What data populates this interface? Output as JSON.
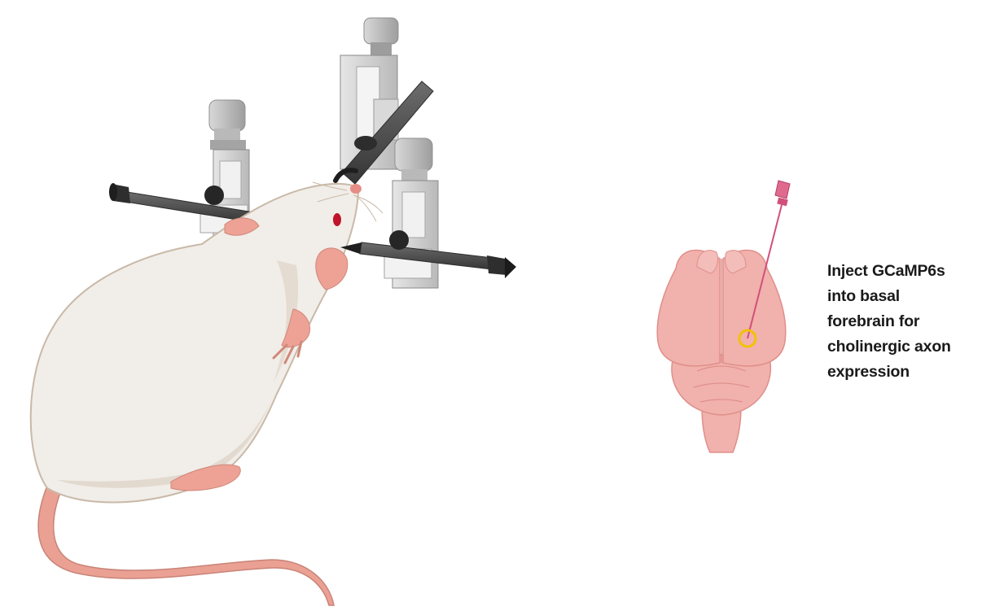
{
  "caption": {
    "lines": [
      "Inject GCaMP6s",
      "into basal",
      "forebrain for",
      "cholinergic axon",
      "expression"
    ]
  },
  "colors": {
    "rat_fur": "#f1ede8",
    "rat_outline": "#c9b9a8",
    "rat_skin": "#eda295",
    "brain": "#f1b1ad",
    "brain_outline": "#df8f8a",
    "syringe": "#d1507a",
    "target_ring": "#f2c200",
    "frame_gray": "#c9c9c9",
    "bar_dark": "#4a4a4a"
  },
  "icons": [
    "rat-illustration",
    "stereotaxic-frame-icon",
    "brain-icon",
    "syringe-icon",
    "injection-target-icon"
  ]
}
